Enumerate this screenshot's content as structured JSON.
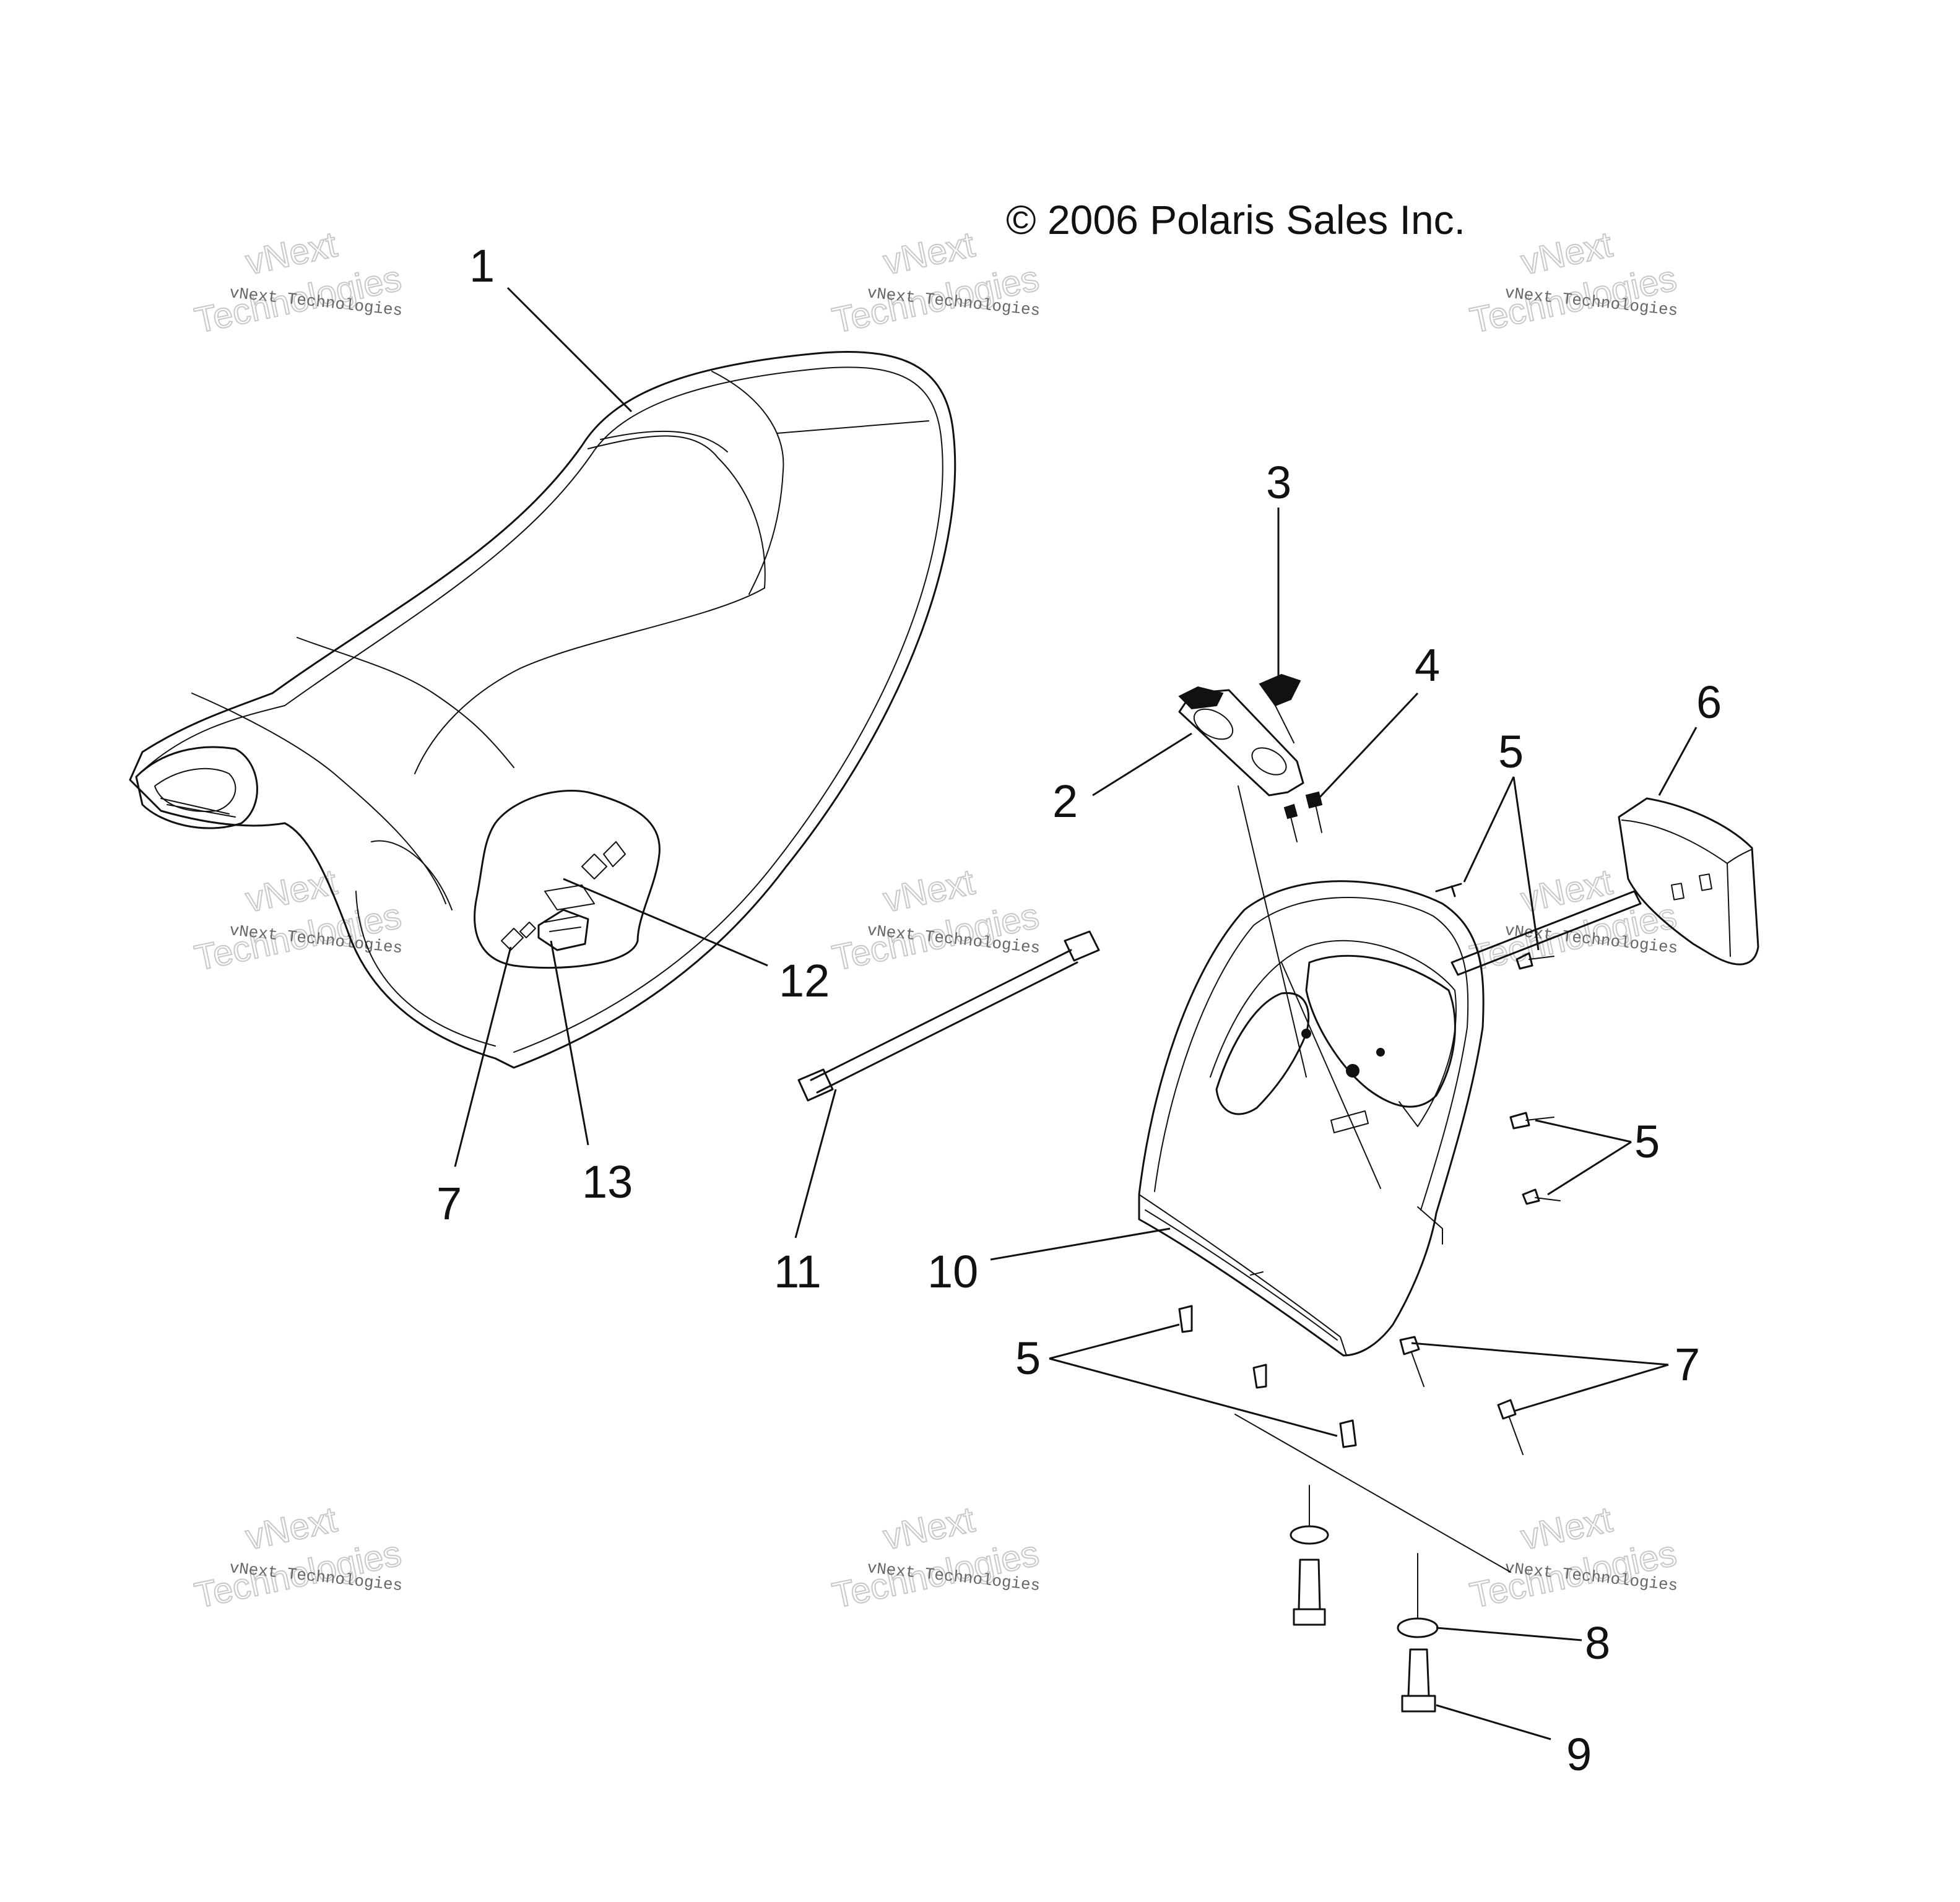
{
  "copyright": "© 2006 Polaris Sales Inc.",
  "watermark": {
    "small": "vNext Technologies",
    "big_top": "vNext",
    "big_bottom": "Technologies"
  },
  "callouts": {
    "c1": "1",
    "c2": "2",
    "c3": "3",
    "c4": "4",
    "c5a": "5",
    "c5b": "5",
    "c5c": "5",
    "c6": "6",
    "c7a": "7",
    "c7b": "7",
    "c8": "8",
    "c9": "9",
    "c10": "10",
    "c11": "11",
    "c12": "12",
    "c13": "13"
  }
}
